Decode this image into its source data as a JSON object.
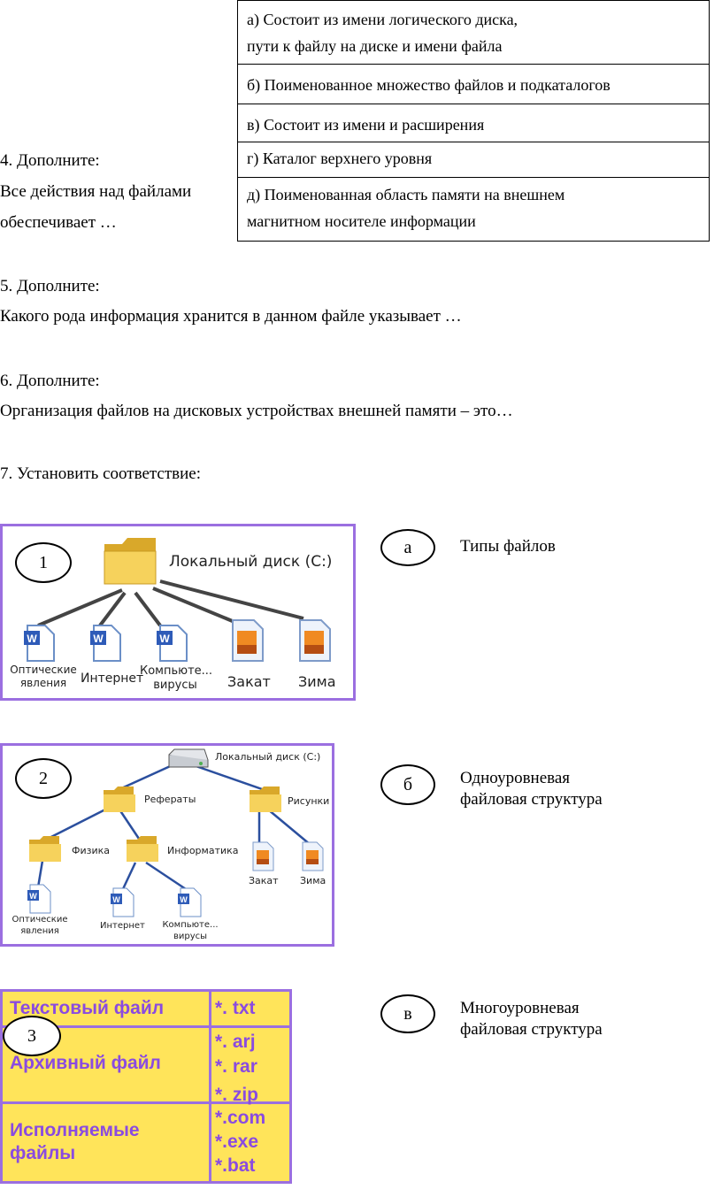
{
  "answers": [
    {
      "line1": "а)  Состоит из имени логического диска,",
      "line2": "пути к файлу на диске и имени файла"
    },
    {
      "line1": "б) Поименованное множество файлов и подкаталогов"
    },
    {
      "line1": "в)  Состоит из имени и расширения"
    },
    {
      "line1": "г)  Каталог верхнего уровня"
    },
    {
      "line1": "д)  Поименованная область памяти на внешнем",
      "line2": "магнитном носителе информации"
    }
  ],
  "q4": {
    "title": "4. Дополните:",
    "line1": "Все действия над файлами",
    "line2": "обеспечивает …"
  },
  "q5": {
    "title": "5. Дополните:",
    "text": "Какого рода информация хранится в данном файле указывает …"
  },
  "q6": {
    "title": "6. Дополните:",
    "text": "Организация файлов на дисковых устройствах внешней памяти – это…"
  },
  "q7": {
    "title": "7. Установить соответствие:"
  },
  "fig1": {
    "number": "1",
    "disk_label": "Локальный диск (C:)",
    "files": [
      "Оптические\nявления",
      "Интернет",
      "Компьюте...\nвирусы",
      "Закат",
      "Зима"
    ]
  },
  "fig2": {
    "number": "2",
    "disk_label": "Локальный диск (C:)",
    "folders": [
      "Рефераты",
      "Рисунки",
      "Физика",
      "Информатика"
    ],
    "files": [
      "Закат",
      "Зима",
      "Оптические\nявления",
      "Интернет",
      "Компьюте...\nвирусы"
    ]
  },
  "fig3": {
    "number": "3",
    "rows": [
      {
        "type": "Текстовый файл",
        "ext": [
          "*. txt"
        ]
      },
      {
        "type": "Архивный файл",
        "ext": [
          "*. arj",
          "*. rar",
          "*. zip"
        ]
      },
      {
        "type": "Исполняемые\nфайлы",
        "ext": [
          "*.com",
          "*.exe",
          "*.bat"
        ]
      }
    ]
  },
  "matches": [
    {
      "letter": "а",
      "text": "Типы файлов"
    },
    {
      "letter": "б",
      "text": "Одноуровневая\nфайловая структура"
    },
    {
      "letter": "в",
      "text": "Многоуровневая\nфайловая структура"
    }
  ],
  "colors": {
    "frame": "#9b6fe0",
    "table_bg": "#ffe45a",
    "table_text": "#8a4be0",
    "folder": "#f3c84a",
    "tree_line": "#2b4f9e"
  }
}
